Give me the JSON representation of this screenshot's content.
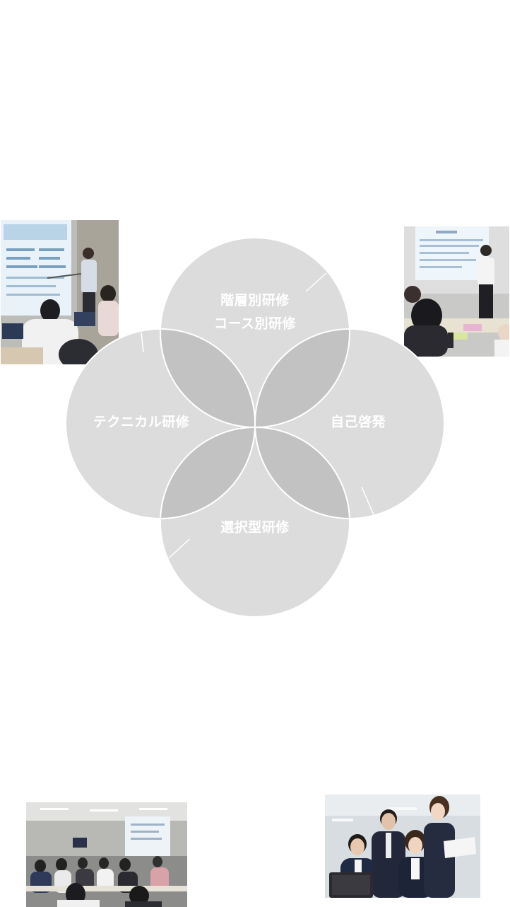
{
  "diagram": {
    "circles": [
      {
        "id": "top",
        "lines": [
          "階層別研修",
          "コース別研修"
        ]
      },
      {
        "id": "left",
        "lines": [
          "テクニカル研修"
        ]
      },
      {
        "id": "right",
        "lines": [
          "自己啓発"
        ]
      },
      {
        "id": "bottom",
        "lines": [
          "選択型研修"
        ]
      }
    ],
    "colors": {
      "circle_fill": "#dcdcdc",
      "overlap_fill": "#c2c2c3",
      "circle_stroke": "#ffffff",
      "label_color": "#ffffff"
    }
  },
  "photos": {
    "top_left": "presentation-photo",
    "top_right": "workshop-photo",
    "bottom_left": "classroom-photo",
    "bottom_right": "team-photo"
  }
}
